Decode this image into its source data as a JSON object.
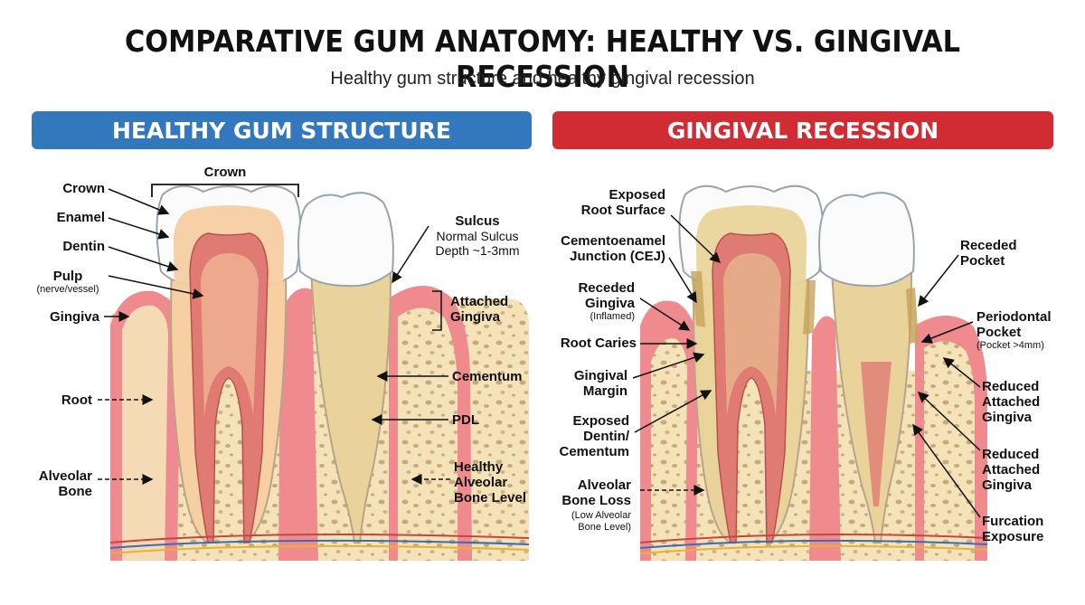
{
  "title": "COMPARATIVE GUM ANATOMY: HEALTHY VS. GINGIVAL RECESSION",
  "subtitle": "Healthy gum structure and healthy gingival recession",
  "left_panel": {
    "heading": "HEALTHY GUM STRUCTURE",
    "labels": {
      "crown_bracket": "Crown",
      "crown": "Crown",
      "enamel": "Enamel",
      "dentin": "Dentin",
      "pulp": "Pulp",
      "pulp_note": "(nerve/vessel)",
      "gingiva": "Gingiva",
      "root": "Root",
      "alveolar_1": "Alveolar",
      "alveolar_2": "Bone",
      "sulcus": "Sulcus",
      "sulcus_note_1": "Normal Sulcus",
      "sulcus_note_2": "Depth ~1-3mm",
      "attached_1": "Attached",
      "attached_2": "Gingiva",
      "cementum": "Cementum",
      "pdl": "PDL",
      "healthy_1": "Healthy",
      "healthy_2": "Alveolar",
      "healthy_3": "Bone Level"
    }
  },
  "right_panel": {
    "heading": "GINGIVAL RECESSION",
    "labels": {
      "exposed_root_1": "Exposed",
      "exposed_root_2": "Root Surface",
      "cej_1": "Cementoenamel",
      "cej_2": "Junction (CEJ)",
      "receded_gingiva_1": "Receded",
      "receded_gingiva_2": "Gingiva",
      "receded_gingiva_note": "(Inflamed)",
      "root_caries": "Root Caries",
      "gingival_margin_1": "Gingival",
      "gingival_margin_2": "Margin",
      "exposed_dentin_1": "Exposed",
      "exposed_dentin_2": "Dentin/",
      "exposed_dentin_3": "Cementum",
      "bone_loss_1": "Alveolar",
      "bone_loss_2": "Bone Loss",
      "bone_loss_note_1": "(Low Alveolar",
      "bone_loss_note_2": "Bone Level)",
      "receded_pocket_1": "Receded",
      "receded_pocket_2": "Pocket",
      "perio_1": "Periodontal",
      "perio_2": "Pocket",
      "perio_note": "(Pocket >4mm)",
      "reduced_a_1": "Reduced",
      "reduced_a_2": "Attached",
      "reduced_a_3": "Gingiva",
      "reduced_b_1": "Reduced",
      "reduced_b_2": "Attached",
      "reduced_b_3": "Gingiva",
      "furcation_1": "Furcation",
      "furcation_2": "Exposure"
    }
  },
  "colors": {
    "healthy_banner": "#3377bd",
    "recession_banner": "#d12b33",
    "gum": "#ef8b8f",
    "bone": "#f4e2b9",
    "enamel": "#fbfbfb",
    "dentin": "#f6cfa2",
    "pulp": "#e07b73",
    "root": "#e9d49a"
  }
}
